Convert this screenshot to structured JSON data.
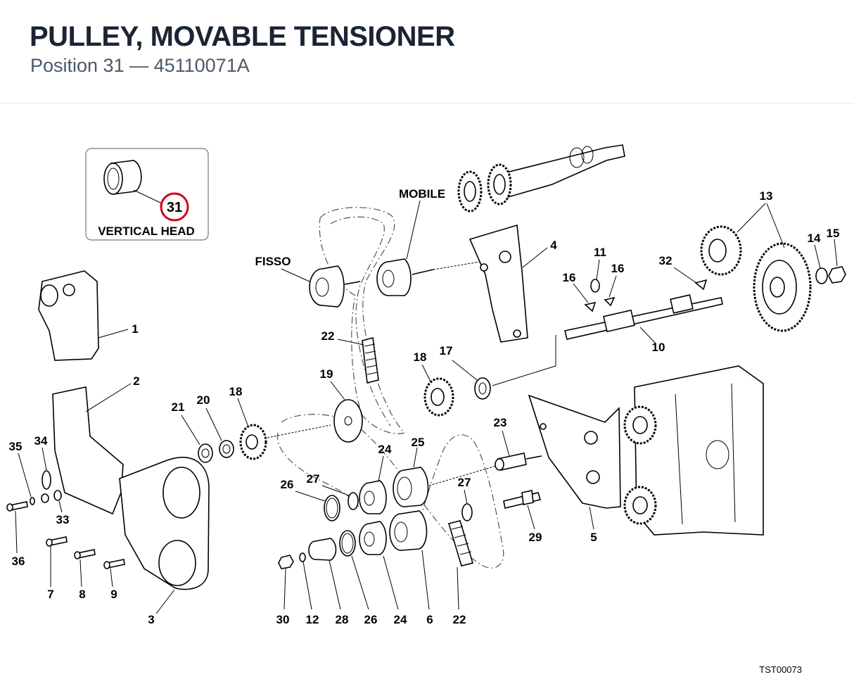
{
  "header": {
    "title": "PULLEY, MOVABLE TENSIONER",
    "subtitle": "Position 31  —  45110071A"
  },
  "inset": {
    "callout": "31",
    "caption": "VERTICAL HEAD",
    "callout_color": "#d0021b"
  },
  "labels": {
    "mobile": "MOBILE",
    "fisso": "FISSO",
    "n1": "1",
    "n2": "2",
    "n3": "3",
    "n4": "4",
    "n5": "5",
    "n6": "6",
    "n7": "7",
    "n8": "8",
    "n9": "9",
    "n10": "10",
    "n11": "11",
    "n12": "12",
    "n13": "13",
    "n14": "14",
    "n15": "15",
    "n16a": "16",
    "n16b": "16",
    "n17": "17",
    "n18a": "18",
    "n18b": "18",
    "n19": "19",
    "n20": "20",
    "n21": "21",
    "n22a": "22",
    "n22b": "22",
    "n23": "23",
    "n24a": "24",
    "n24b": "24",
    "n25": "25",
    "n26a": "26",
    "n26b": "26",
    "n27a": "27",
    "n27b": "27",
    "n28": "28",
    "n29": "29",
    "n30": "30",
    "n32": "32",
    "n33": "33",
    "n34": "34",
    "n35": "35",
    "n36": "36"
  },
  "drawing_code": "TST00073"
}
